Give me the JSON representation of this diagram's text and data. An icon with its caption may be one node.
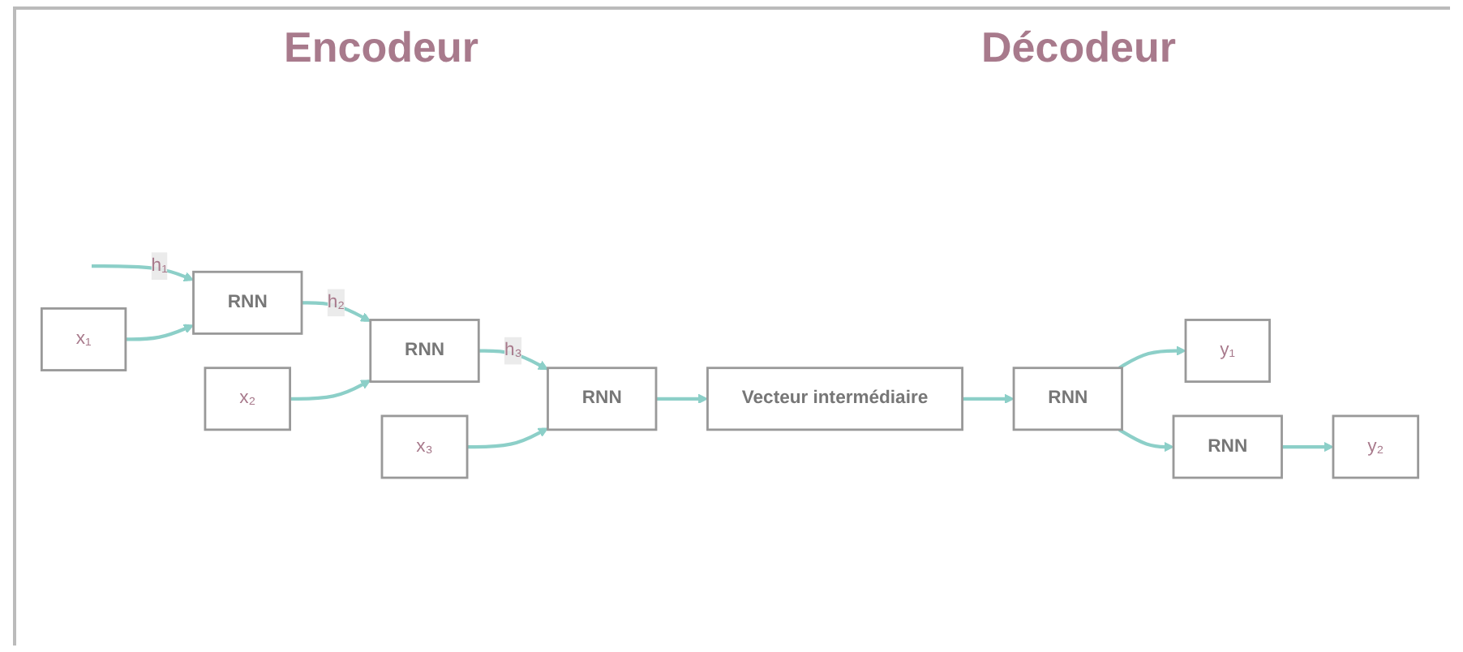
{
  "diagram": {
    "nodes": [
      {
        "text": [
          "y₁"
        ]
      },
      {
        "text": [
          "y₂"
        ]
      },
      {
        "text": [
          "RNN"
        ]
      },
      {
        "text": [
          "RNN"
        ]
      },
      {
        "text": [
          "Vecteur intermédiaire"
        ]
      },
      {
        "text": [
          "RNN"
        ]
      },
      {
        "text": [
          "RNN"
        ]
      },
      {
        "text": [
          "RNN"
        ]
      },
      {
        "text": [
          "x₁"
        ]
      },
      {
        "text": [
          "x₂"
        ]
      },
      {
        "text": [
          "x₃"
        ]
      }
    ],
    "edges": [
      {
        "from": null,
        "to": 5,
        "arrow": "to",
        "label": "h₁"
      },
      {
        "from": 8,
        "to": 5,
        "arrow": "to"
      },
      {
        "from": 5,
        "to": 6,
        "arrow": "to",
        "label": "h₂"
      },
      {
        "from": 9,
        "to": 6,
        "arrow": "to"
      },
      {
        "from": 6,
        "to": 7,
        "arrow": "to",
        "label": "h₃"
      },
      {
        "from": 10,
        "to": 7,
        "arrow": "to"
      },
      {
        "from": 7,
        "to": 4,
        "arrow": "to"
      },
      {
        "from": 4,
        "to": 2,
        "arrow": "to"
      },
      {
        "from": 2,
        "to": 0,
        "arrow": "to"
      },
      {
        "from": 2,
        "to": 3,
        "arrow": "to"
      },
      {
        "from": 3,
        "to": 1,
        "arrow": "to"
      }
    ],
    "labels": [
      "Encodeur",
      "Décodeur"
    ]
  }
}
